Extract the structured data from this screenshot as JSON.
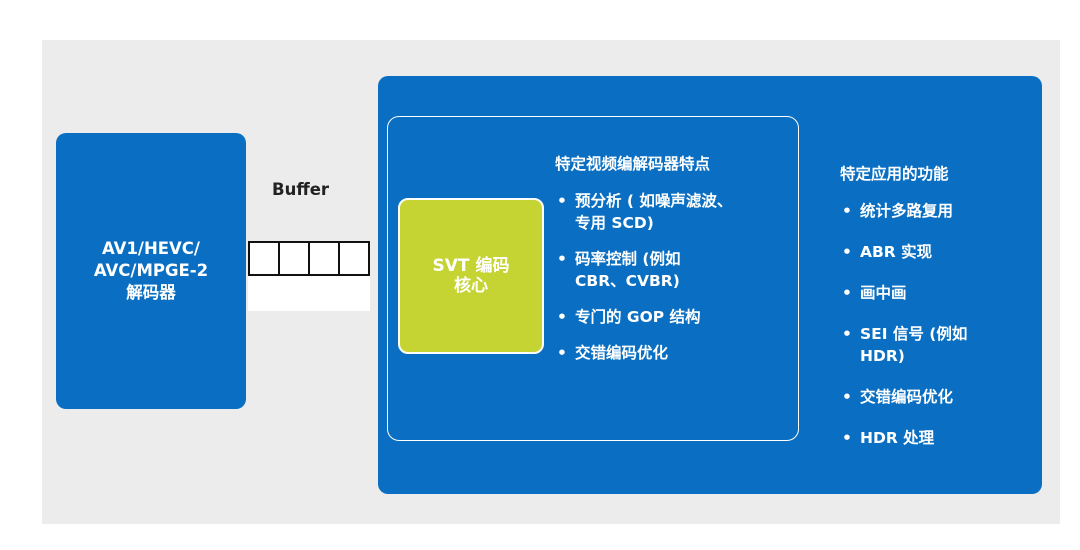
{
  "decoder": {
    "lines": [
      "AV1/HEVC/",
      "AVC/MPGE-2",
      "解码器"
    ]
  },
  "buffer": {
    "label": "Buffer",
    "cells": 4
  },
  "core": {
    "lines": [
      "SVT 编码",
      "核心"
    ]
  },
  "codec_features": {
    "title": "特定视频编解码器特点",
    "items": [
      [
        "预分析 ( 如噪声滤波、",
        "专用 SCD)"
      ],
      [
        "码率控制 (例如",
        "CBR、CVBR)"
      ],
      [
        "专门的 GOP 结构"
      ],
      [
        "交错编码优化"
      ]
    ]
  },
  "app_features": {
    "title": "特定应用的功能",
    "items": [
      [
        "统计多路复用"
      ],
      [
        "ABR 实现"
      ],
      [
        "画中画"
      ],
      [
        "SEI 信号 (例如",
        "HDR)"
      ],
      [
        "交错编码优化"
      ],
      [
        "HDR 处理"
      ]
    ]
  },
  "colors": {
    "blue": "#0a6fc2",
    "core": "#c6d433",
    "panel": "#ececec"
  }
}
